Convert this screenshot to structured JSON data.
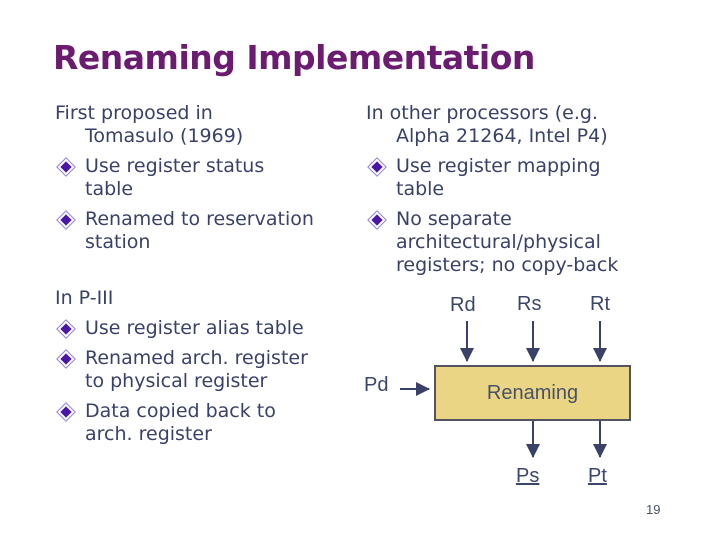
{
  "title": "Renaming Implementation",
  "page_number": "19",
  "colors": {
    "title": "#6b1b70",
    "body_text": "#3a4168",
    "bullet_fill": "#4a16aa",
    "bullet_outline": "#8f7fd6",
    "box_fill": "#ead584",
    "box_border": "#53525f",
    "arrow": "#3a4168"
  },
  "blocks": {
    "top_left": {
      "items": [
        {
          "level": 1,
          "lines": [
            "First proposed in",
            "Tomasulo (1969)"
          ]
        },
        {
          "level": 2,
          "lines": [
            "Use register status",
            "table"
          ]
        },
        {
          "level": 2,
          "lines": [
            "Renamed to reservation",
            "station"
          ]
        }
      ]
    },
    "top_right": {
      "items": [
        {
          "level": 1,
          "lines": [
            "In other processors (e.g.",
            "Alpha 21264, Intel P4)"
          ]
        },
        {
          "level": 2,
          "lines": [
            "Use register mapping",
            "table"
          ]
        },
        {
          "level": 2,
          "lines": [
            "No separate",
            "architectural/physical",
            "registers; no copy-back"
          ]
        }
      ]
    },
    "bottom_left": {
      "items": [
        {
          "level": 1,
          "lines": [
            "In P-III"
          ]
        },
        {
          "level": 2,
          "lines": [
            "Use register alias table"
          ]
        },
        {
          "level": 2,
          "lines": [
            "Renamed arch. register",
            "to physical register"
          ]
        },
        {
          "level": 2,
          "lines": [
            "Data copied back to",
            "arch. register"
          ]
        }
      ]
    }
  },
  "diagram": {
    "box_label": "Renaming",
    "inputs_top": [
      "Rd",
      "Rs",
      "Rt"
    ],
    "input_left": "Pd",
    "outputs_bottom": [
      "Ps",
      "Pt"
    ]
  }
}
